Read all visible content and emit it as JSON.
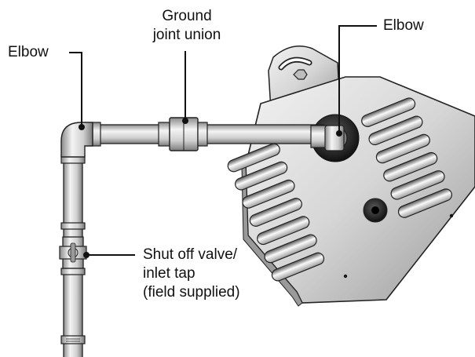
{
  "diagram": {
    "labels": {
      "elbow_left": "Elbow",
      "union_line1": "Ground",
      "union_line2": "joint union",
      "elbow_right": "Elbow",
      "valve_line1": "Shut off valve/",
      "valve_line2": "inlet tap",
      "valve_line3": "(field supplied)"
    }
  },
  "colors": {
    "pipe_light": "#e2e2e2",
    "pipe_dark": "#8a8a8a",
    "heater_light": "#e6e6e6",
    "heater_dark": "#7a7a7a",
    "outline": "#222222"
  }
}
